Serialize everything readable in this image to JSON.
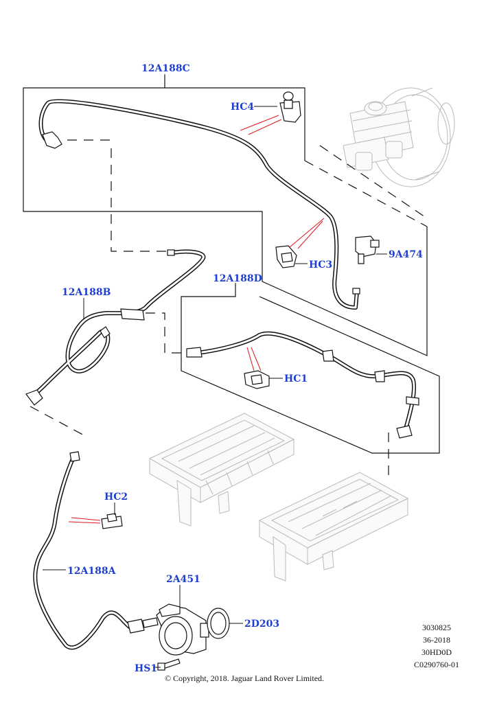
{
  "callouts": {
    "hose_c": "12A188C",
    "hc4": "HC4",
    "hc3": "HC3",
    "sensor": "9A474",
    "hose_d": "12A188D",
    "hose_b": "12A188B",
    "hc1": "HC1",
    "hc2": "HC2",
    "hose_a": "12A188A",
    "pump": "2A451",
    "gasket": "2D203",
    "bolt": "HS1"
  },
  "meta": {
    "ref_1": "3030825",
    "ref_2": "36-2018",
    "ref_3": "30HD0D",
    "ref_4": "C0290760-01"
  },
  "copyright": "© Copyright, 2018. Jaguar Land Rover Limited.",
  "colors": {
    "callout_text": "#1f3fcf",
    "leader_red": "#e0141c",
    "ghost_parts": "#b9b9b9"
  }
}
